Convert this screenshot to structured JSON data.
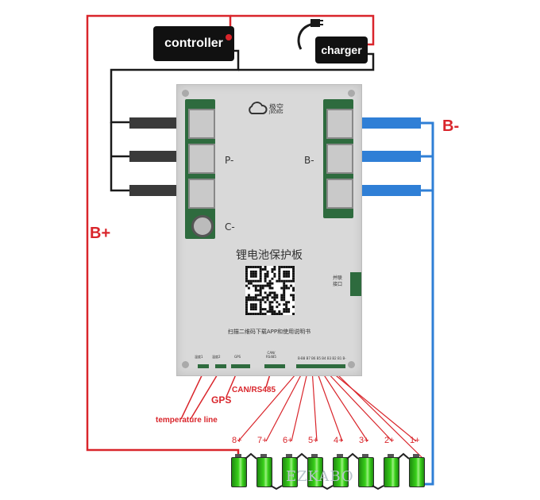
{
  "boxes": {
    "controller": "controller",
    "charger": "charger"
  },
  "labels": {
    "b_plus": "B+",
    "b_minus": "B-",
    "p_minus": "P-",
    "b_minus_board": "B-",
    "c_minus": "C-",
    "gps": "GPS",
    "can_rs485": "CAN/RS485",
    "temperature_line": "temperature line"
  },
  "board": {
    "logo_name": "极空",
    "logo_sub": "JIKONG",
    "title": "锂电池保护板",
    "qr_caption": "扫描二维码下载APP和使用说明书",
    "parallel_port": "并联\n接口",
    "conn_temp1": "温度1",
    "conn_temp2": "温度2",
    "conn_gps": "GPS",
    "conn_can": "CAN/\nRS485",
    "balance_pins": "B-B8 B7 B6 B5 B4 B3 B2 B1 B-"
  },
  "cells": [
    "8+",
    "7+",
    "6+",
    "5+",
    "4+",
    "3+",
    "2+",
    "1+"
  ],
  "watermark": "EZKABO",
  "colors": {
    "red_wire": "#d9252b",
    "blue_wire": "#2f7fd6",
    "black_wire": "#1a1a1a",
    "board": "#d9d9d9",
    "pcb_green": "#2e6b3e",
    "battery_green": "#39d11a"
  }
}
